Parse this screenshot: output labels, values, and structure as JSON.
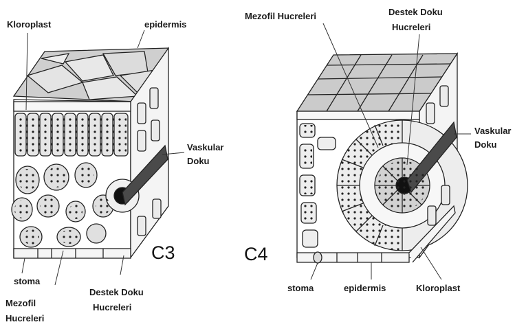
{
  "c3": {
    "title": "C3",
    "labels": {
      "kloroplast": "Kloroplast",
      "epidermis": "epidermis",
      "vaskular_1": "Vaskular",
      "vaskular_2": "Doku",
      "stoma": "stoma",
      "mezofil_1": "Mezofil",
      "mezofil_2": "Hucreleri",
      "destek_1": "Destek Doku",
      "destek_2": "Hucreleri"
    }
  },
  "c4": {
    "title": "C4",
    "labels": {
      "mezofil": "Mezofil Hucreleri",
      "destek_1": "Destek Doku",
      "destek_2": "Hucreleri",
      "vaskular_1": "Vaskular",
      "vaskular_2": "Doku",
      "stoma": "stoma",
      "epidermis": "epidermis",
      "kloroplast": "Kloroplast"
    }
  },
  "colors": {
    "ink": "#1a1a1a",
    "cell_shade": "#d9d9d9",
    "top_shade": "#c8c8c8"
  }
}
